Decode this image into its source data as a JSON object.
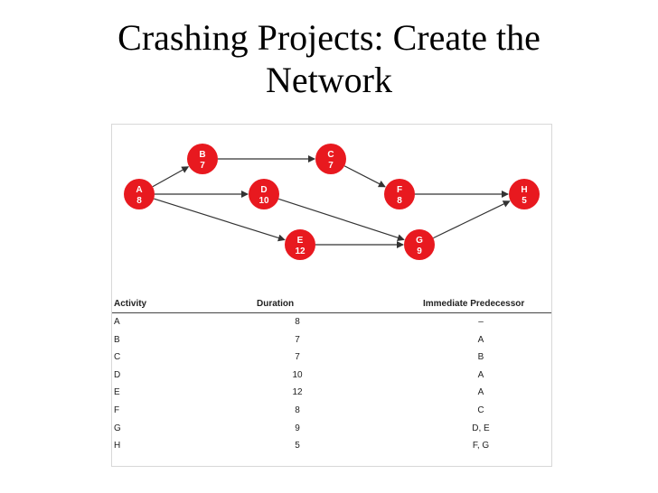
{
  "slide": {
    "title_line1": "Crashing Projects: Create the",
    "title_line2": "Network"
  },
  "network": {
    "node_color": "#e8191f",
    "nodes": [
      {
        "id": "A",
        "duration": "8"
      },
      {
        "id": "B",
        "duration": "7"
      },
      {
        "id": "C",
        "duration": "7"
      },
      {
        "id": "D",
        "duration": "10"
      },
      {
        "id": "E",
        "duration": "12"
      },
      {
        "id": "F",
        "duration": "8"
      },
      {
        "id": "G",
        "duration": "9"
      },
      {
        "id": "H",
        "duration": "5"
      }
    ],
    "edges": [
      [
        "A",
        "B"
      ],
      [
        "A",
        "D"
      ],
      [
        "A",
        "E"
      ],
      [
        "B",
        "C"
      ],
      [
        "C",
        "F"
      ],
      [
        "D",
        "G"
      ],
      [
        "E",
        "G"
      ],
      [
        "F",
        "H"
      ],
      [
        "G",
        "H"
      ]
    ]
  },
  "table": {
    "headers": {
      "activity": "Activity",
      "duration": "Duration",
      "predecessor": "Immediate Predecessor"
    },
    "rows": [
      {
        "activity": "A",
        "duration": "8",
        "predecessor": "–"
      },
      {
        "activity": "B",
        "duration": "7",
        "predecessor": "A"
      },
      {
        "activity": "C",
        "duration": "7",
        "predecessor": "B"
      },
      {
        "activity": "D",
        "duration": "10",
        "predecessor": "A"
      },
      {
        "activity": "E",
        "duration": "12",
        "predecessor": "A"
      },
      {
        "activity": "F",
        "duration": "8",
        "predecessor": "C"
      },
      {
        "activity": "G",
        "duration": "9",
        "predecessor": "D, E"
      },
      {
        "activity": "H",
        "duration": "5",
        "predecessor": "F, G"
      }
    ]
  }
}
